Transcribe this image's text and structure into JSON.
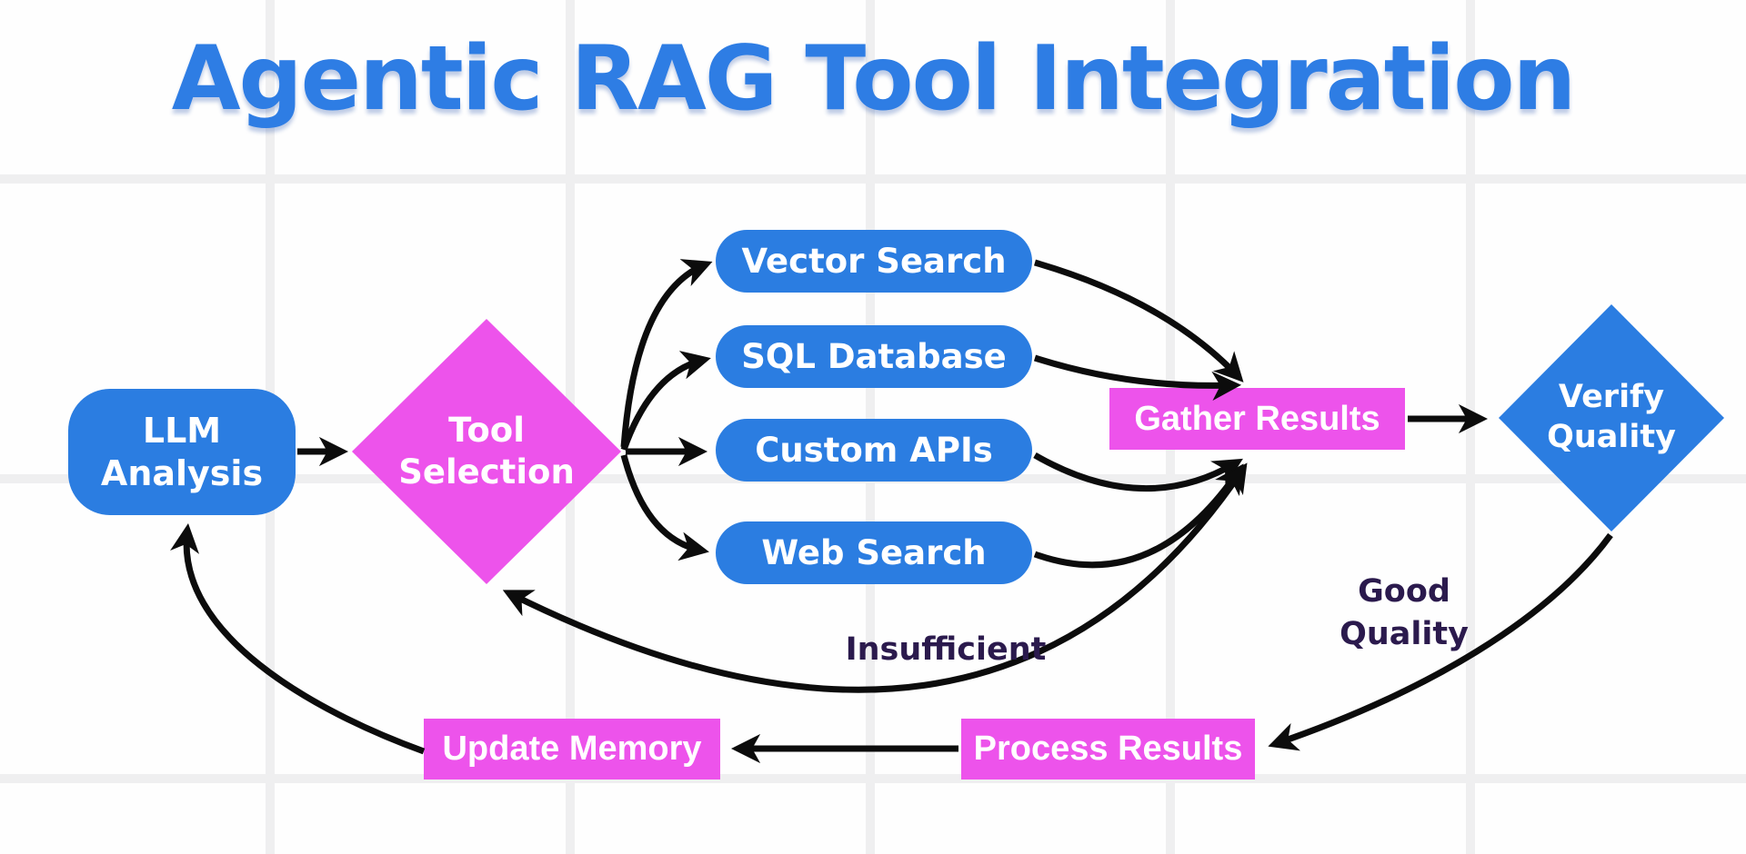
{
  "title": "Agentic RAG Tool Integration",
  "colors": {
    "node_blue": "#2B7DE1",
    "node_magenta": "#ED53EB",
    "title_blue": "#2E7DE4",
    "edge_label_purple": "#2B1A4D",
    "arrow_black": "#0C0C0C",
    "background": "#FEFEFE",
    "grid_line": "#EFEFF0"
  },
  "nodes": {
    "llm_analysis": {
      "label": "LLM Analysis",
      "lines": [
        "LLM",
        "Analysis"
      ],
      "shape": "rounded-rect",
      "color": "blue"
    },
    "tool_selection": {
      "label": "Tool Selection",
      "lines": [
        "Tool",
        "Selection"
      ],
      "shape": "diamond",
      "color": "magenta"
    },
    "tools": [
      {
        "label": "Vector Search",
        "shape": "pill",
        "color": "blue"
      },
      {
        "label": "SQL Database",
        "shape": "pill",
        "color": "blue"
      },
      {
        "label": "Custom APIs",
        "shape": "pill",
        "color": "blue"
      },
      {
        "label": "Web Search",
        "shape": "pill",
        "color": "blue"
      }
    ],
    "gather_results": {
      "label": "Gather Results",
      "shape": "rect",
      "color": "magenta"
    },
    "verify_quality": {
      "label": "Verify Quality",
      "lines": [
        "Verify",
        "Quality"
      ],
      "shape": "diamond",
      "color": "blue"
    },
    "process_results": {
      "label": "Process Results",
      "shape": "rect",
      "color": "magenta"
    },
    "update_memory": {
      "label": "Update Memory",
      "shape": "rect",
      "color": "magenta"
    }
  },
  "edge_labels": {
    "insufficient": "Insufficient",
    "good_quality": {
      "lines": [
        "Good",
        "Quality"
      ]
    }
  },
  "edges": [
    {
      "from": "LLM Analysis",
      "to": "Tool Selection"
    },
    {
      "from": "Tool Selection",
      "to": "Vector Search"
    },
    {
      "from": "Tool Selection",
      "to": "SQL Database"
    },
    {
      "from": "Tool Selection",
      "to": "Custom APIs"
    },
    {
      "from": "Tool Selection",
      "to": "Web Search"
    },
    {
      "from": "Vector Search",
      "to": "Gather Results"
    },
    {
      "from": "SQL Database",
      "to": "Gather Results"
    },
    {
      "from": "Custom APIs",
      "to": "Gather Results"
    },
    {
      "from": "Web Search",
      "to": "Gather Results"
    },
    {
      "from": "Gather Results",
      "to": "Tool Selection",
      "label": "Insufficient",
      "style": "double-headed"
    },
    {
      "from": "Gather Results",
      "to": "Verify Quality"
    },
    {
      "from": "Verify Quality",
      "to": "Process Results",
      "label": "Good Quality"
    },
    {
      "from": "Process Results",
      "to": "Update Memory"
    },
    {
      "from": "Update Memory",
      "to": "LLM Analysis"
    }
  ]
}
